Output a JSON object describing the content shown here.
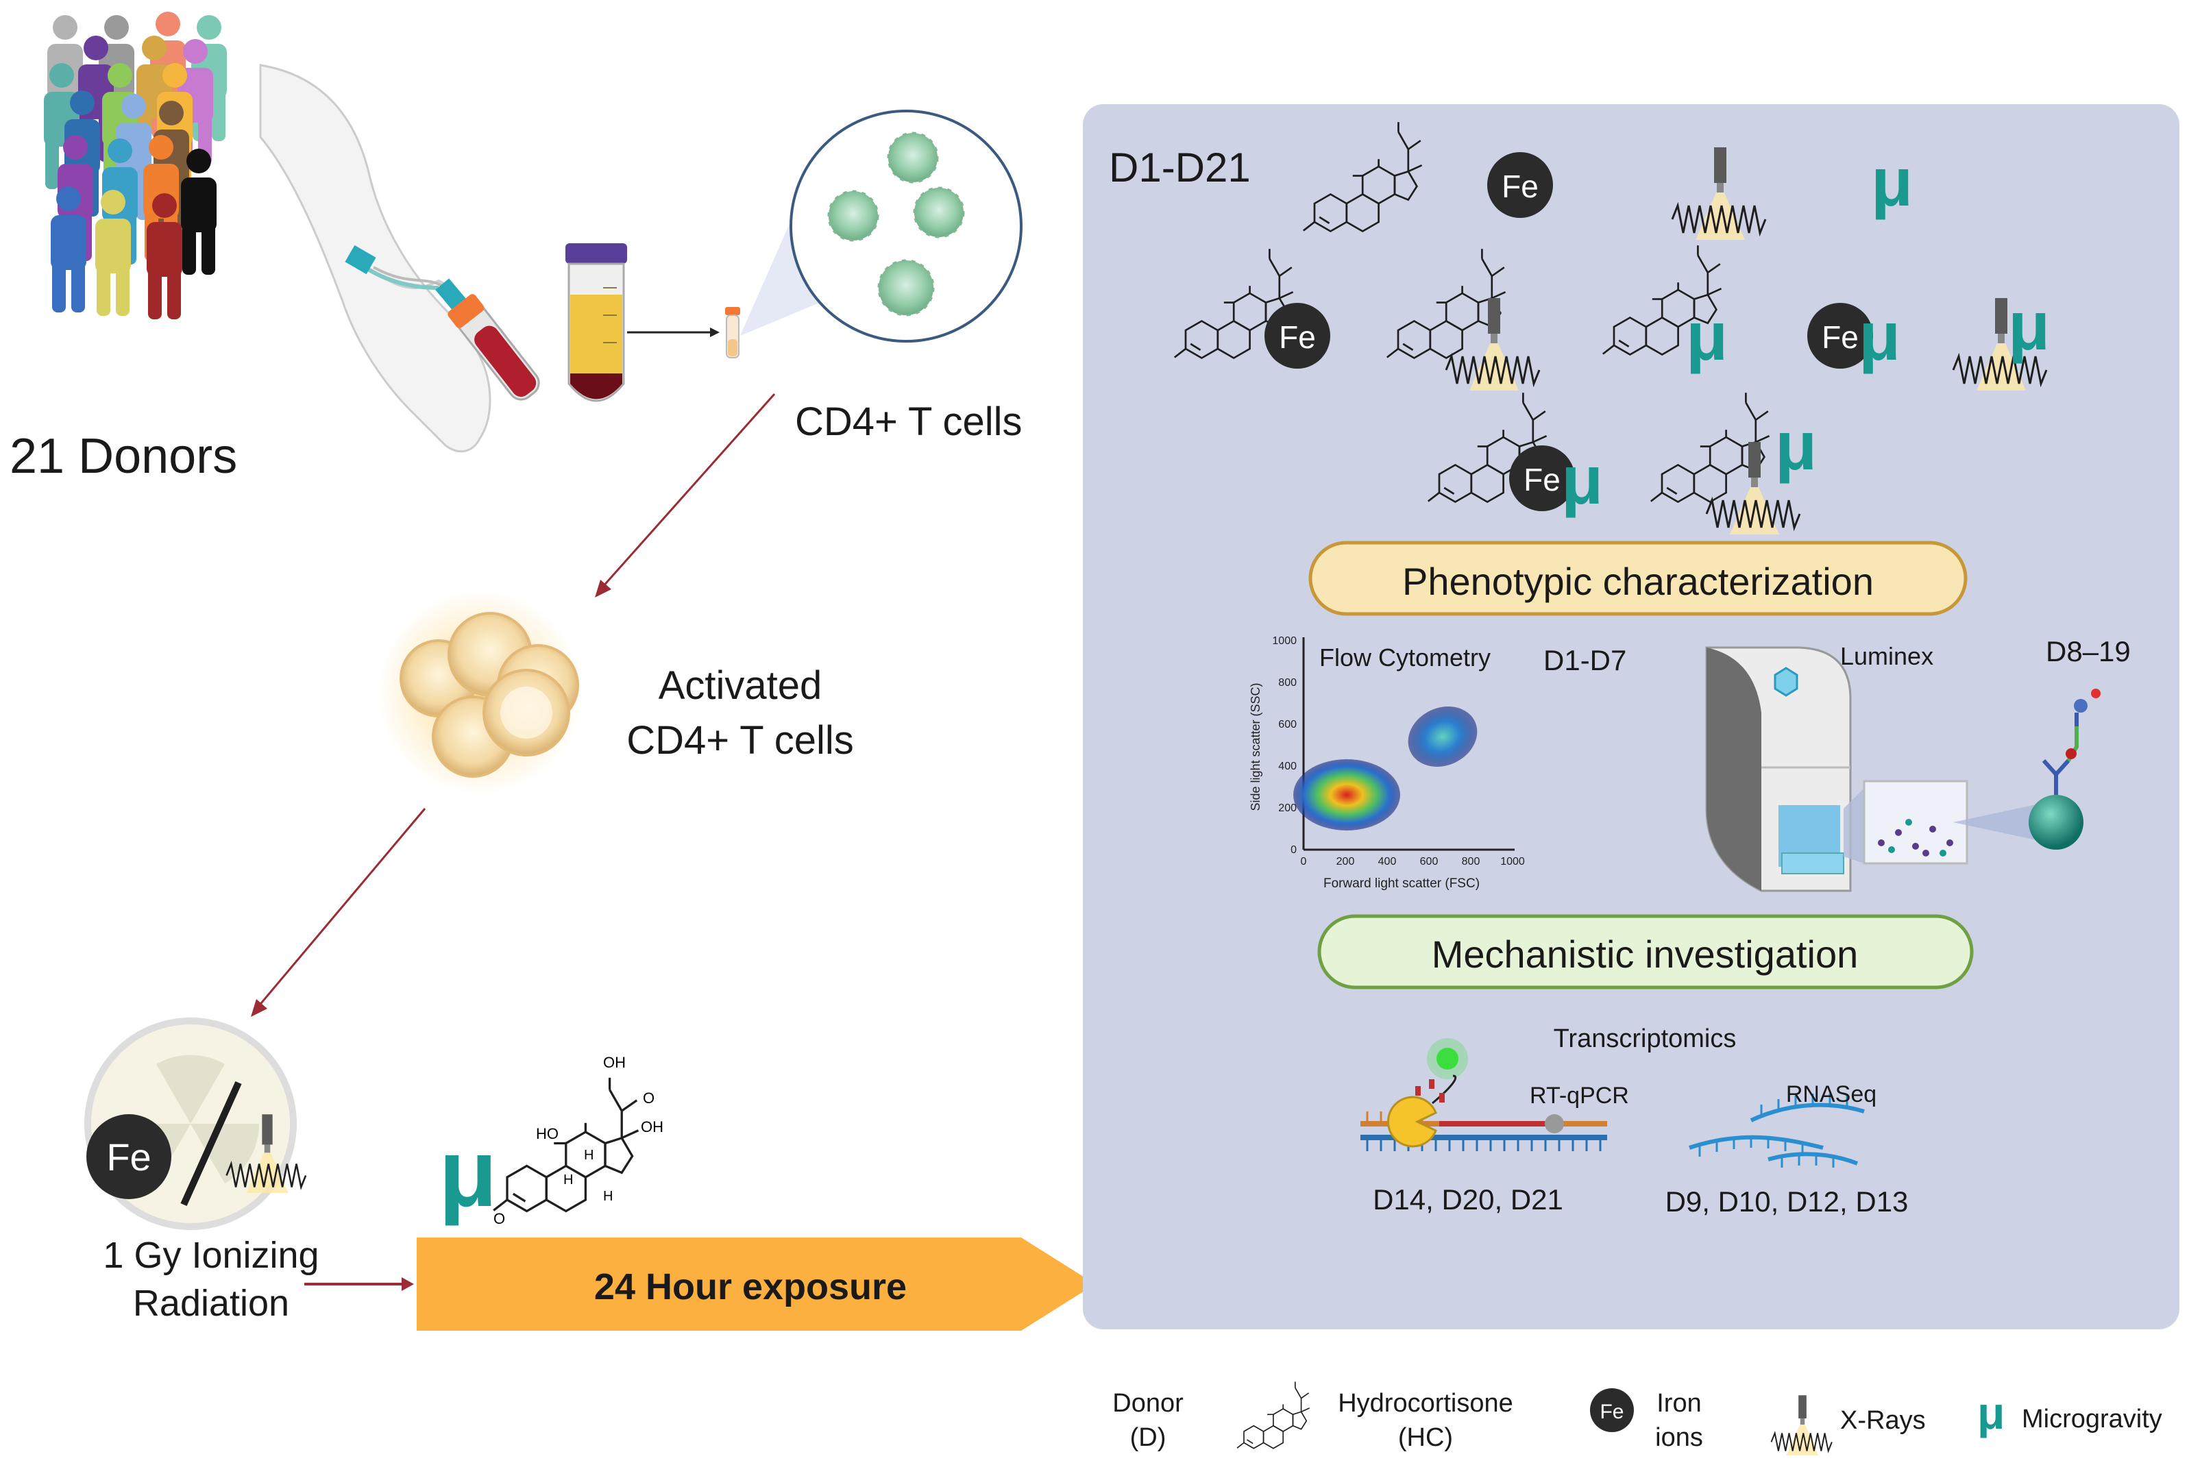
{
  "left_panel": {
    "donors_label": "21 Donors",
    "cd4_label": "CD4+ T cells",
    "activated_line1": "Activated",
    "activated_line2": "CD4+ T cells",
    "radiation_line1": "1 Gy Ionizing",
    "radiation_line2": "Radiation",
    "iron_symbol": "Fe",
    "microgravity_symbol": "μ",
    "exposure_label": "24 Hour exposure"
  },
  "right_panel": {
    "days_label": "D1-D21",
    "iron_symbol": "Fe",
    "microgravity_symbol": "μ",
    "phenotypic_label": "Phenotypic characterization",
    "flow_title": "Flow Cytometry",
    "flow_days": "D1-D7",
    "flow_xlabel": "Forward light scatter (FSC)",
    "flow_ylabel": "Side light scatter (SSC)",
    "flow_xticks": [
      "0",
      "200",
      "400",
      "600",
      "800",
      "1000"
    ],
    "flow_yticks": [
      "0",
      "200",
      "400",
      "600",
      "800",
      "1000"
    ],
    "luminex_label": "Luminex",
    "luminex_days": "D8–19",
    "mechanistic_label": "Mechanistic investigation",
    "transcriptomics_label": "Transcriptomics",
    "rtqpcr_label": "RT-qPCR",
    "rtqpcr_days": "D14, D20, D21",
    "rnaseq_label": "RNASeq",
    "rnaseq_days": "D9, D10, D12, D13"
  },
  "molecule": {
    "oh": "OH",
    "ho": "HO",
    "o": "O",
    "h": "H"
  },
  "legend": {
    "donor_line1": "Donor",
    "donor_line2": "(D)",
    "hc_line1": "Hydrocortisone",
    "hc_line2": "(HC)",
    "iron_symbol": "Fe",
    "iron_line1": "Iron",
    "iron_line2": "ions",
    "xrays": "X-Rays",
    "microgravity_symbol": "μ",
    "microgravity": "Microgravity"
  },
  "colors": {
    "panel_bg": "#cdd3e4",
    "arrow_dark_red": "#9b2c36",
    "exposure_orange": "#fbb040",
    "micro_teal": "#1a9990",
    "fe_black": "#2b2b2b",
    "phenotypic_fill": "#f8e6b4",
    "phenotypic_stroke": "#c8973a",
    "mechanistic_fill": "#e5f3d6",
    "mechanistic_stroke": "#6fa044"
  }
}
